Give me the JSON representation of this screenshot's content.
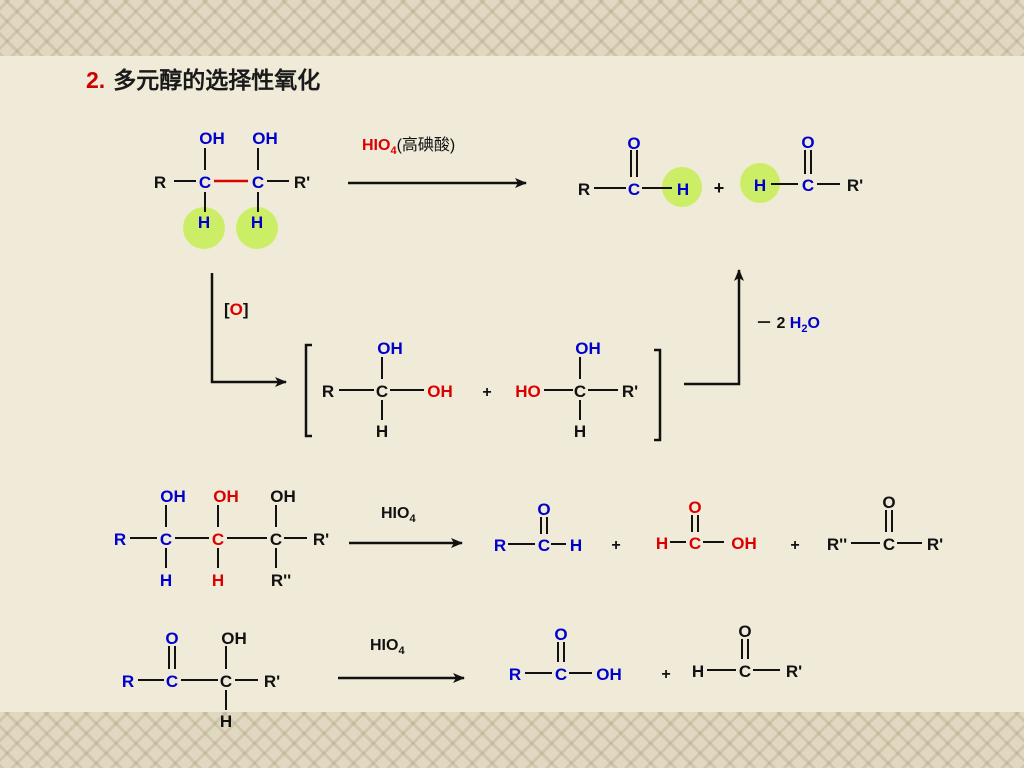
{
  "title": {
    "number": "2.",
    "text": "多元醇的选择性氧化"
  },
  "colors": {
    "blue": "#0000cc",
    "red": "#dd0000",
    "black": "#111111",
    "highlight": "#ccee66"
  },
  "reagents": {
    "periodic_acid": "HIO",
    "periodic_acid_sub": "4",
    "periodic_acid_name": "(高碘酸)",
    "oxidant_open": "[",
    "oxidant_o": "O",
    "oxidant_close": "]",
    "water_loss": "－ 2 ",
    "water_h": "H",
    "water_sub": "2",
    "water_o": "O"
  },
  "atoms": {
    "C": "C",
    "H": "H",
    "O": "O",
    "OH": "OH",
    "HO": "HO",
    "R": "R",
    "R1": "R'",
    "R2": "R''",
    "plus": "+"
  }
}
